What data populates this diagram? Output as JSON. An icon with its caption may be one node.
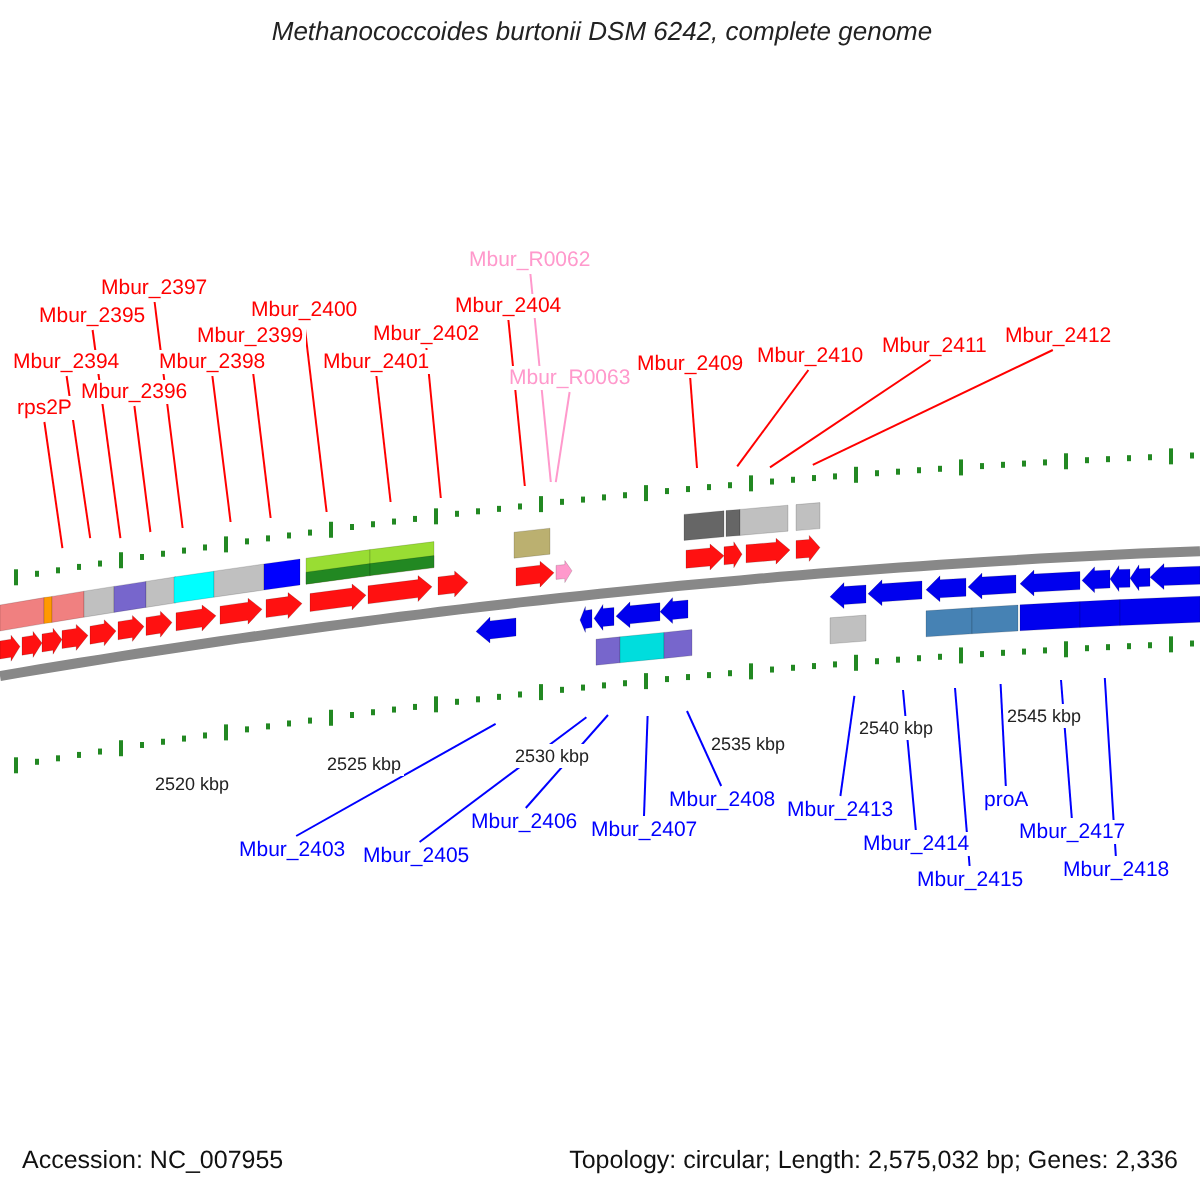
{
  "diagram": {
    "title": "Methanococcoides burtonii DSM 6242, complete genome",
    "nodes": [
      {
        "text": [
          "rps2P"
        ]
      },
      {
        "text": [
          "Mbur_2394"
        ]
      },
      {
        "text": [
          "Mbur_2395"
        ]
      },
      {
        "text": [
          "Mbur_2396"
        ]
      },
      {
        "text": [
          "Mbur_2397"
        ]
      },
      {
        "text": [
          "Mbur_2398"
        ]
      },
      {
        "text": [
          "Mbur_2399"
        ]
      },
      {
        "text": [
          "Mbur_2400"
        ]
      },
      {
        "text": [
          "Mbur_2401"
        ]
      },
      {
        "text": [
          "Mbur_2402"
        ]
      },
      {
        "text": [
          "Mbur_2404"
        ]
      },
      {
        "text": [
          "Mbur_R0062"
        ]
      },
      {
        "text": [
          "Mbur_R0063"
        ]
      },
      {
        "text": [
          "Mbur_2409"
        ]
      },
      {
        "text": [
          "Mbur_2410"
        ]
      },
      {
        "text": [
          "Mbur_2411"
        ]
      },
      {
        "text": [
          "Mbur_2412"
        ]
      },
      {
        "text": [
          "Mbur_2403"
        ]
      },
      {
        "text": [
          "Mbur_2405"
        ]
      },
      {
        "text": [
          "Mbur_2406"
        ]
      },
      {
        "text": [
          "Mbur_2407"
        ]
      },
      {
        "text": [
          "Mbur_2408"
        ]
      },
      {
        "text": [
          "Mbur_2413"
        ]
      },
      {
        "text": [
          "Mbur_2414"
        ]
      },
      {
        "text": [
          "Mbur_2415"
        ]
      },
      {
        "text": [
          "proA"
        ]
      },
      {
        "text": [
          "Mbur_2417"
        ]
      },
      {
        "text": [
          "Mbur_2418"
        ]
      }
    ],
    "edges": [
      {
        "from": 0,
        "to": null,
        "arrow": "none"
      },
      {
        "from": 1,
        "to": null,
        "arrow": "none"
      },
      {
        "from": 2,
        "to": null,
        "arrow": "none"
      },
      {
        "from": 3,
        "to": null,
        "arrow": "none"
      },
      {
        "from": 4,
        "to": null,
        "arrow": "none"
      },
      {
        "from": 5,
        "to": null,
        "arrow": "none"
      },
      {
        "from": 6,
        "to": null,
        "arrow": "none"
      },
      {
        "from": 7,
        "to": null,
        "arrow": "none"
      },
      {
        "from": 8,
        "to": null,
        "arrow": "none"
      },
      {
        "from": 9,
        "to": null,
        "arrow": "none"
      },
      {
        "from": 10,
        "to": null,
        "arrow": "none"
      },
      {
        "from": 11,
        "to": null,
        "arrow": "none",
        "color": "#ff99cc"
      },
      {
        "from": 12,
        "to": null,
        "arrow": "none",
        "color": "#ff99cc"
      },
      {
        "from": 13,
        "to": null,
        "arrow": "none"
      },
      {
        "from": 14,
        "to": null,
        "arrow": "none"
      },
      {
        "from": 15,
        "to": null,
        "arrow": "none"
      },
      {
        "from": 16,
        "to": null,
        "arrow": "none"
      },
      {
        "from": 17,
        "to": null,
        "arrow": "none",
        "color": "#0000ff"
      },
      {
        "from": 18,
        "to": null,
        "arrow": "none",
        "color": "#0000ff"
      },
      {
        "from": 19,
        "to": null,
        "arrow": "none",
        "color": "#0000ff"
      },
      {
        "from": 20,
        "to": null,
        "arrow": "none",
        "color": "#0000ff"
      },
      {
        "from": 21,
        "to": null,
        "arrow": "none",
        "color": "#0000ff"
      },
      {
        "from": 22,
        "to": null,
        "arrow": "none",
        "color": "#0000ff"
      },
      {
        "from": 23,
        "to": null,
        "arrow": "none",
        "color": "#0000ff"
      },
      {
        "from": 24,
        "to": null,
        "arrow": "none",
        "color": "#0000ff"
      },
      {
        "from": 25,
        "to": null,
        "arrow": "none",
        "color": "#0000ff"
      },
      {
        "from": 26,
        "to": null,
        "arrow": "none",
        "color": "#0000ff"
      },
      {
        "from": 27,
        "to": null,
        "arrow": "none",
        "color": "#0000ff"
      }
    ],
    "labels": [
      "2520 kbp",
      "2525 kbp",
      "2530 kbp",
      "2535 kbp",
      "2540 kbp",
      "2545 kbp",
      "Accession: NC_007955",
      "Topology: circular; Length: 2,575,032 bp; Genes: 2,336"
    ]
  }
}
